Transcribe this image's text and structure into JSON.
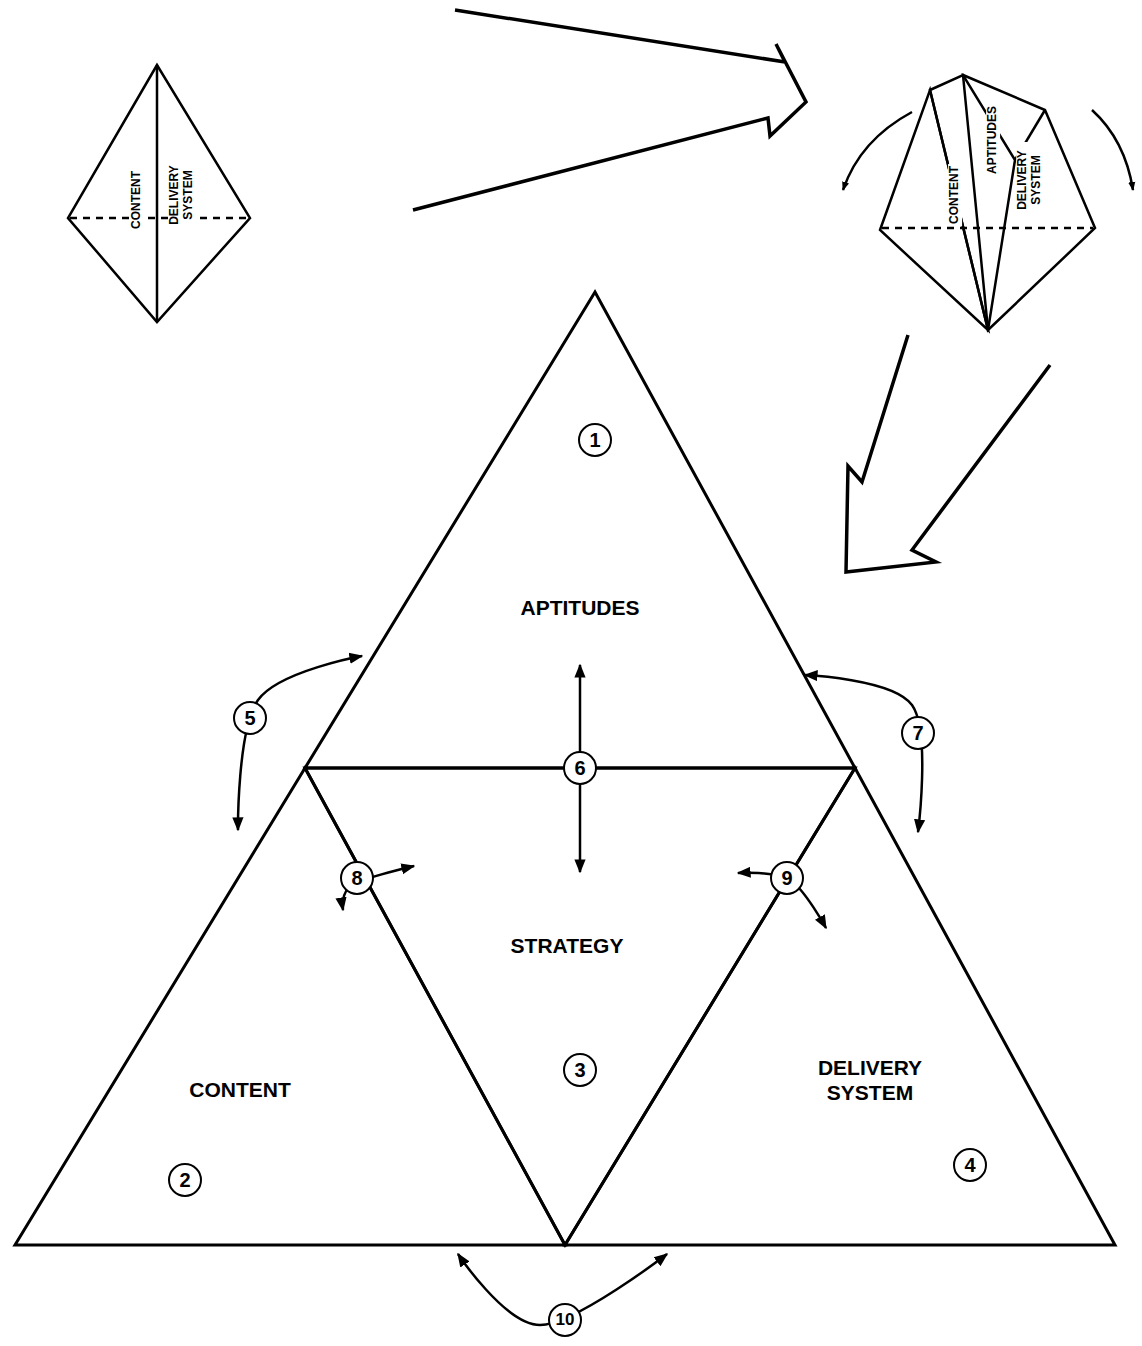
{
  "diagram": {
    "nodes": [
      {
        "text": [
          "APTITUDES"
        ]
      },
      {
        "text": [
          "CONTENT"
        ]
      },
      {
        "text": [
          "STRATEGY"
        ]
      },
      {
        "text": [
          "DELIVERY SYSTEM"
        ]
      }
    ],
    "edges": [
      {
        "from": 0,
        "to": 1,
        "label": "5",
        "arrow": "both"
      },
      {
        "from": 0,
        "to": 2,
        "label": "6",
        "arrow": "both"
      },
      {
        "from": 0,
        "to": 3,
        "label": "7",
        "arrow": "both"
      },
      {
        "from": 1,
        "to": 2,
        "label": "8",
        "arrow": "both"
      },
      {
        "from": 2,
        "to": 3,
        "label": "9",
        "arrow": "both"
      },
      {
        "from": 1,
        "to": 3,
        "label": "10",
        "arrow": "both"
      }
    ],
    "labels": [
      "1",
      "2",
      "3",
      "4",
      "CONTENT",
      "DELIVERY SYSTEM",
      "CONTENT",
      "APTITUDES",
      "DELIVERY SYSTEM"
    ]
  }
}
